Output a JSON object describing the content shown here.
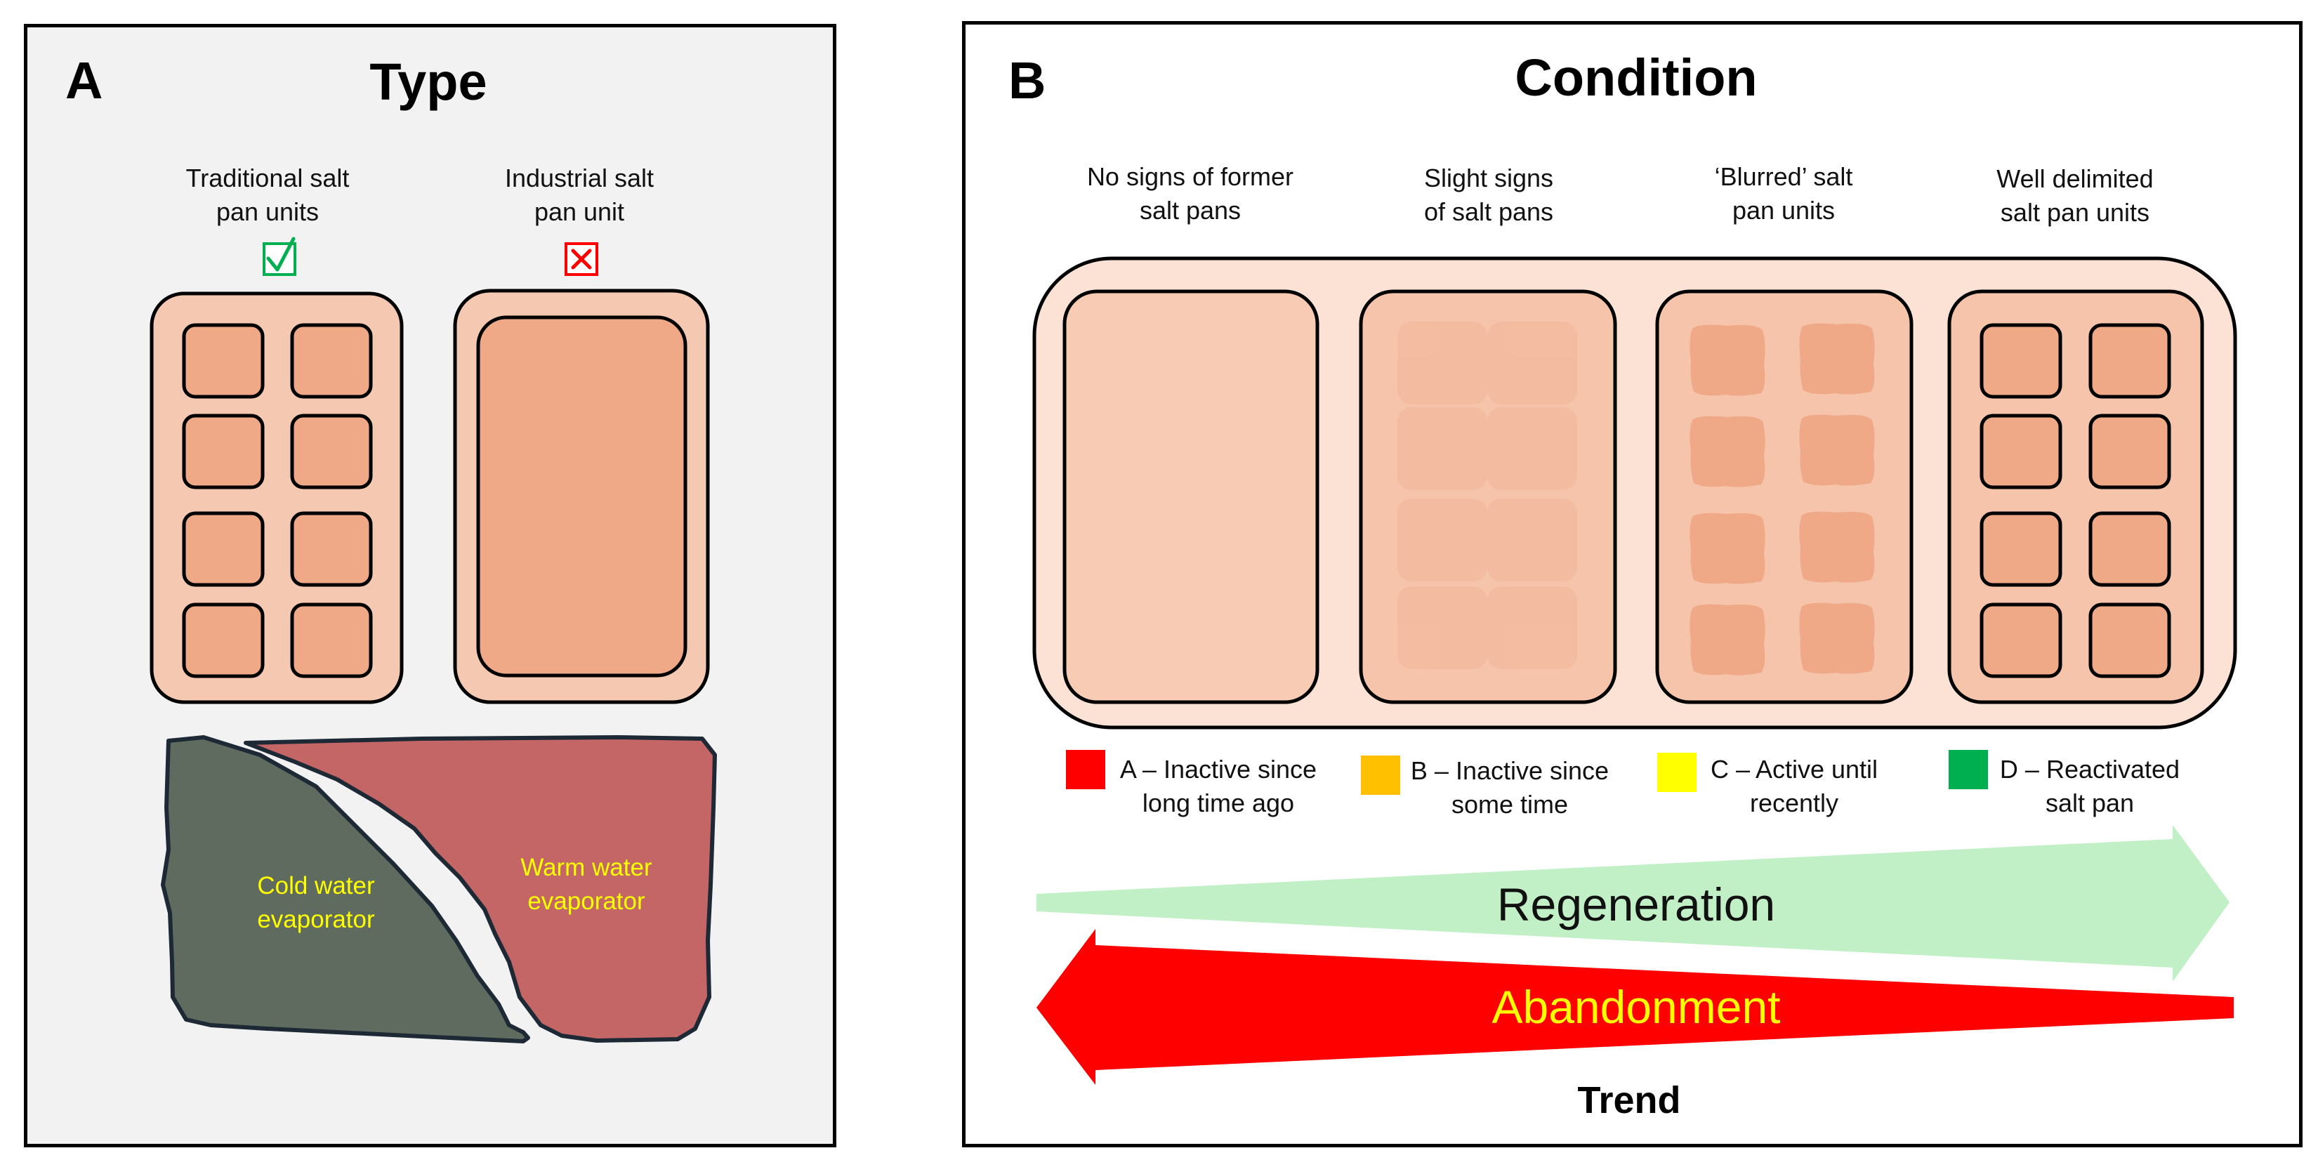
{
  "panel_a": {
    "letter": "A",
    "title": "Type",
    "traditional_label": "Traditional salt\npan units",
    "industrial_label": "Industrial salt\npan unit",
    "traditional_mark": "✓",
    "industrial_mark": "✕",
    "cold_label": "Cold water\nevaporator",
    "warm_label": "Warm water\nevaporator"
  },
  "panel_b": {
    "letter": "B",
    "title": "Condition",
    "stages": [
      "No signs of former\nsalt pans",
      "Slight signs\nof salt pans",
      "‘Blurred’ salt\npan units",
      "Well delimited\nsalt pan units"
    ],
    "legend": [
      {
        "label": "A – Inactive since\nlong time ago",
        "color": "#ff0000"
      },
      {
        "label": "B – Inactive since\nsome time",
        "color": "#ffc000"
      },
      {
        "label": "C – Active until\nrecently",
        "color": "#ffff00"
      },
      {
        "label": "D – Reactivated\nsalt pan",
        "color": "#00b050"
      }
    ],
    "regeneration_label": "Regeneration",
    "abandonment_label": "Abandonment",
    "trend_label": "Trend"
  },
  "colors": {
    "pan_outer": "#f5c8b1",
    "pan_unit": "#f0a987",
    "field_bg": "#fbe2d5",
    "cold_evaporator": "#5f6b5f",
    "warm_evaporator": "#c46566",
    "evaporator_text": "#ffff00",
    "regeneration_arrow": "#c1efc6",
    "abandonment_arrow": "#ff0000",
    "abandonment_text": "#ffff00",
    "check_green": "#00b050",
    "cross_red": "#ff0000"
  }
}
